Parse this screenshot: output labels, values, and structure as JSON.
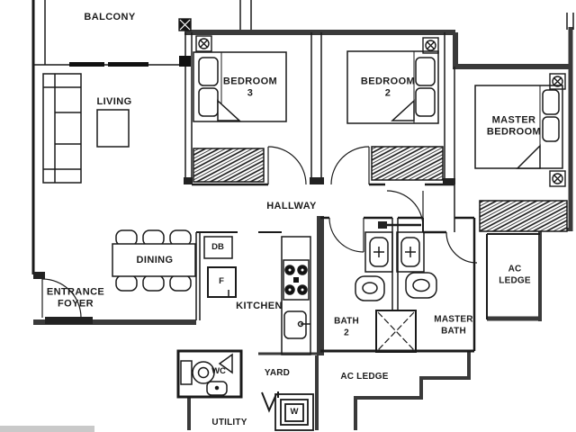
{
  "title": "3-bedroom apartment floor plan",
  "colors": {
    "background": "#ffffff",
    "line": "#1a1a1a",
    "thick_wall": "#3a3a3a",
    "watermark_bar": "#c9c9c9"
  },
  "rooms": {
    "balcony": {
      "label": "BALCONY"
    },
    "living": {
      "label": "LIVING"
    },
    "bedroom3": {
      "label": "BEDROOM\n3"
    },
    "bedroom2": {
      "label": "BEDROOM\n2"
    },
    "master_bedroom": {
      "label": "MASTER\nBEDROOM"
    },
    "hallway": {
      "label": "HALLWAY"
    },
    "dining": {
      "label": "DINING"
    },
    "entrance_foyer": {
      "label": "ENTRANCE\nFOYER"
    },
    "kitchen": {
      "label": "KITCHEN"
    },
    "bath2": {
      "label": "BATH\n2"
    },
    "master_bath": {
      "label": "MASTER\nBATH"
    },
    "ac_ledge_right": {
      "label": "AC\nLEDGE"
    },
    "ac_ledge_bottom": {
      "label": "AC LEDGE"
    },
    "yard": {
      "label": "YARD"
    },
    "wc": {
      "label": "WC"
    },
    "utility": {
      "label": "UTILITY"
    }
  },
  "fixtures": {
    "db": {
      "label": "DB"
    },
    "fridge": {
      "label": "F"
    },
    "washer": {
      "label": "W"
    }
  }
}
